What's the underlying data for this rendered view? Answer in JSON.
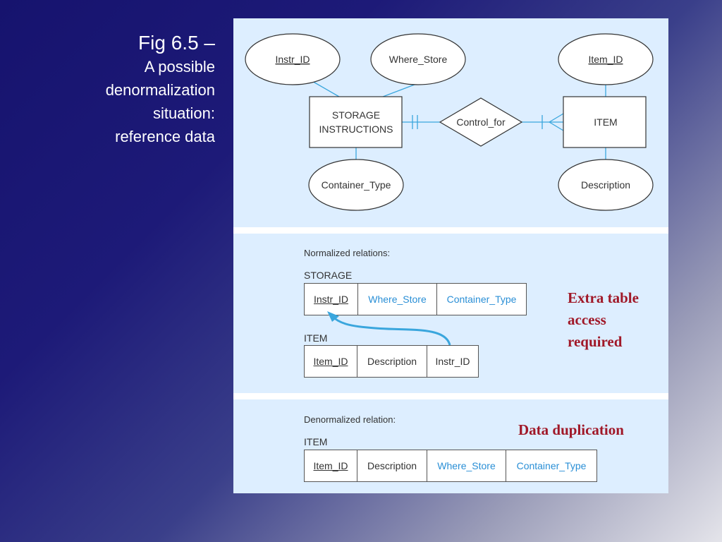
{
  "slide": {
    "title_line1": "Fig 6.5 –",
    "title_line2": "A possible",
    "title_line3": "denormalization",
    "title_line4": "situation:",
    "title_line5": "reference data"
  },
  "er_diagram": {
    "entity_storage_line1": "STORAGE",
    "entity_storage_line2": "INSTRUCTIONS",
    "entity_item": "ITEM",
    "relationship": "Control_for",
    "attr_instr_id": "Instr_ID",
    "attr_where_store": "Where_Store",
    "attr_container_type": "Container_Type",
    "attr_item_id": "Item_ID",
    "attr_description": "Description"
  },
  "normalized": {
    "heading": "Normalized relations:",
    "storage_label": "STORAGE",
    "storage_cols": [
      "Instr_ID",
      "Where_Store",
      "Container_Type"
    ],
    "item_label": "ITEM",
    "item_cols": [
      "Item_ID",
      "Description",
      "Instr_ID"
    ]
  },
  "denormalized": {
    "heading": "Denormalized relation:",
    "item_label": "ITEM",
    "item_cols": [
      "Item_ID",
      "Description",
      "Where_Store",
      "Container_Type"
    ]
  },
  "callouts": {
    "extra_access_line1": "Extra table",
    "extra_access_line2": "access",
    "extra_access_line3": "required",
    "duplication": "Data duplication"
  },
  "colors": {
    "panel_bg": "#ddeeff",
    "connector_blue": "#3aa6dd",
    "callout_red": "#a01828",
    "highlight_blue": "#2a8fd6"
  }
}
